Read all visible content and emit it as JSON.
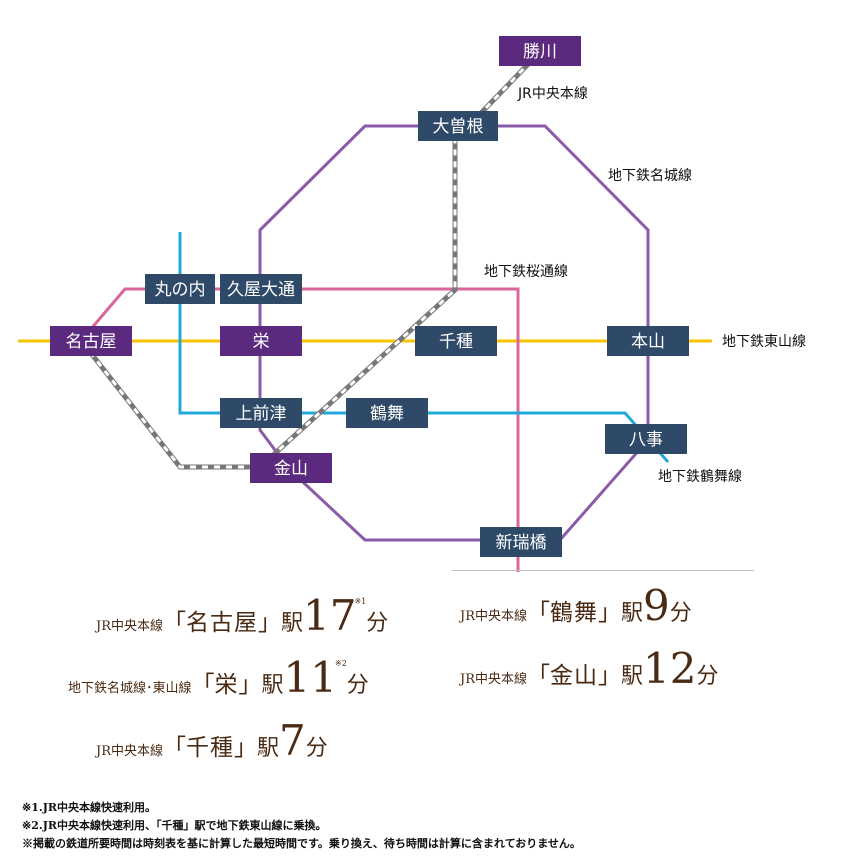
{
  "stations": {
    "katsukawa": "勝川",
    "ozone": "大曽根",
    "marunouchi": "丸の内",
    "hisaya_odori": "久屋大通",
    "nagoya": "名古屋",
    "sakae": "栄",
    "chikusa": "千種",
    "motoyama": "本山",
    "kamimaezu": "上前津",
    "tsurumai": "鶴舞",
    "yagoto": "八事",
    "kanayama": "金山",
    "shinmizuhashi": "新瑞橋"
  },
  "lines": {
    "jr_chuo": "JR中央本線",
    "meijo": "地下鉄名城線",
    "sakura_dori": "地下鉄桜通線",
    "higashiyama": "地下鉄東山線",
    "tsurumai": "地下鉄鶴舞線"
  },
  "colors": {
    "station_blue": "#2e4a68",
    "station_purple": "#5b2a7e",
    "meijo_line": "#8b5aa8",
    "higashiyama_line": "#f7c500",
    "sakura_dori_line": "#d9669c",
    "tsurumai_line": "#22a8db",
    "jr_line": "#666666",
    "text_brown": "#4a2a12"
  },
  "times": [
    {
      "line": "JR中央本線",
      "open": "「",
      "station": "名古屋",
      "close": "」",
      "eki": "駅",
      "minutes": "17",
      "unit": "分",
      "note": "※1"
    },
    {
      "line": "地下鉄名城線･東山線",
      "open": "「",
      "station": "栄",
      "close": "」",
      "eki": "駅",
      "minutes": "11",
      "unit": "分",
      "note": "※2"
    },
    {
      "line": "JR中央本線",
      "open": "「",
      "station": "千種",
      "close": "」",
      "eki": "駅",
      "minutes": "7",
      "unit": "分",
      "note": ""
    },
    {
      "line": "JR中央本線",
      "open": "「",
      "station": "鶴舞",
      "close": "」",
      "eki": "駅",
      "minutes": "9",
      "unit": "分",
      "note": ""
    },
    {
      "line": "JR中央本線",
      "open": "「",
      "station": "金山",
      "close": "」",
      "eki": "駅",
      "minutes": "12",
      "unit": "分",
      "note": ""
    }
  ],
  "notes": [
    "※1.JR中央本線快速利用。",
    "※2.JR中央本線快速利用、「千種」駅で地下鉄東山線に乗換。",
    "※掲載の鉄道所要時間は時刻表を基に計算した最短時間です。乗り換え、待ち時間は計算に含まれておりません。"
  ]
}
